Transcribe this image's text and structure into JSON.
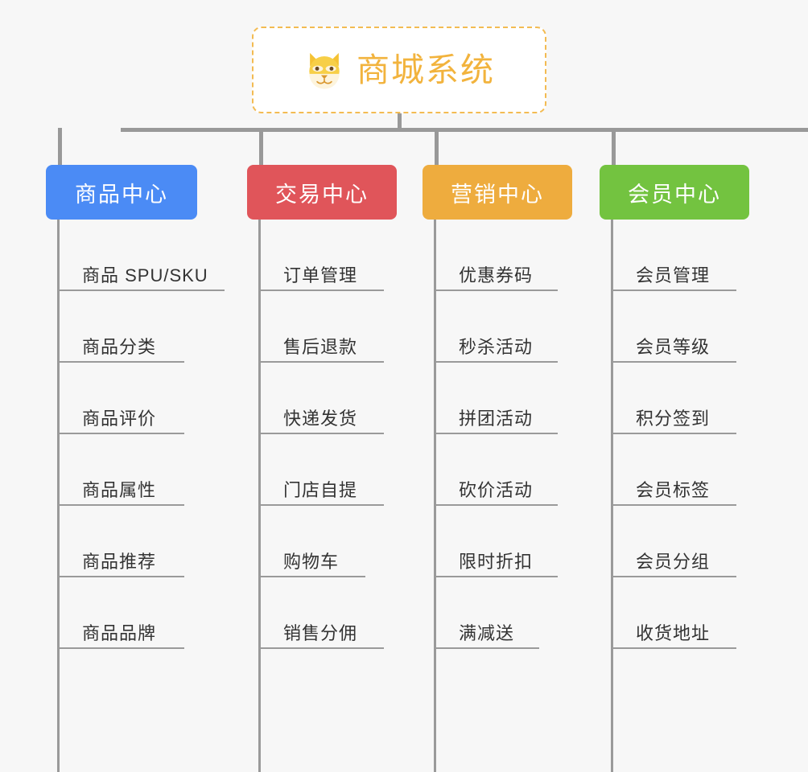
{
  "page": {
    "background_color": "#f7f7f7",
    "line_color": "#999999"
  },
  "root": {
    "title": "商城系统",
    "icon": "dog-face-icon",
    "text_color": "#f2b33d",
    "border_color": "#f3bb52",
    "background_color": "#ffffff"
  },
  "columns": [
    {
      "id": "product-center",
      "label": "商品中心",
      "color": "#4b8bf5",
      "items": [
        {
          "label": "商品 SPU/SKU",
          "underline_width": 208
        },
        {
          "label": "商品分类",
          "underline_width": 158
        },
        {
          "label": "商品评价",
          "underline_width": 158
        },
        {
          "label": "商品属性",
          "underline_width": 158
        },
        {
          "label": "商品推荐",
          "underline_width": 158
        },
        {
          "label": "商品品牌",
          "underline_width": 158
        }
      ]
    },
    {
      "id": "trade-center",
      "label": "交易中心",
      "color": "#e0555a",
      "items": [
        {
          "label": "订单管理",
          "underline_width": 156
        },
        {
          "label": "售后退款",
          "underline_width": 156
        },
        {
          "label": "快递发货",
          "underline_width": 156
        },
        {
          "label": "门店自提",
          "underline_width": 156
        },
        {
          "label": "购物车",
          "underline_width": 133
        },
        {
          "label": "销售分佣",
          "underline_width": 156
        }
      ]
    },
    {
      "id": "marketing-center",
      "label": "营销中心",
      "color": "#eeac3e",
      "items": [
        {
          "label": "优惠券码",
          "underline_width": 154
        },
        {
          "label": "秒杀活动",
          "underline_width": 154
        },
        {
          "label": "拼团活动",
          "underline_width": 154
        },
        {
          "label": "砍价活动",
          "underline_width": 154
        },
        {
          "label": "限时折扣",
          "underline_width": 154
        },
        {
          "label": "满减送",
          "underline_width": 131
        }
      ]
    },
    {
      "id": "member-center",
      "label": "会员中心",
      "color": "#73c340",
      "items": [
        {
          "label": "会员管理",
          "underline_width": 156
        },
        {
          "label": "会员等级",
          "underline_width": 156
        },
        {
          "label": "积分签到",
          "underline_width": 156
        },
        {
          "label": "会员标签",
          "underline_width": 156
        },
        {
          "label": "会员分组",
          "underline_width": 156
        },
        {
          "label": "收货地址",
          "underline_width": 156
        }
      ]
    }
  ]
}
